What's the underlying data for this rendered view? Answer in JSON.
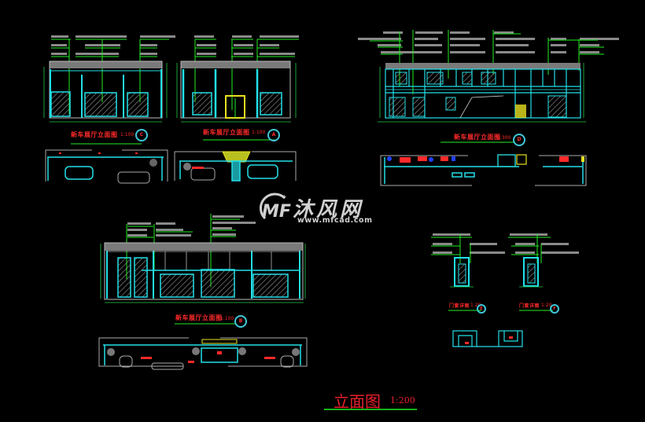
{
  "drawing": {
    "main_title": "立面图",
    "main_scale": "1:200",
    "background": "#000000",
    "colors": {
      "wall": "#22e0e8",
      "leader": "#22ee22",
      "title": "#ff2a2a",
      "dimension": "#22cc44",
      "ceiling": "#9a9a9a",
      "door": "#e8e020",
      "furniture": "#c8c8c8",
      "accent_blue": "#2040ff"
    }
  },
  "watermark": {
    "logo": "MF",
    "name": "沐风网",
    "url": "www.mfcad.com"
  },
  "elevations": [
    {
      "id": "C",
      "title": "新车展厅立面图",
      "scale": "1:100",
      "marker": "C"
    },
    {
      "id": "A",
      "title": "新车展厅立面图",
      "scale": "1:100",
      "marker": "A"
    },
    {
      "id": "D",
      "title": "新车展厅立面图",
      "scale": "1:300",
      "marker": "D"
    },
    {
      "id": "B",
      "title": "新车展厅立面图",
      "scale": "1:100",
      "marker": "B"
    },
    {
      "id": "E",
      "title": "门套详图",
      "scale": "1:20",
      "marker": "E"
    },
    {
      "id": "F",
      "title": "门套详图",
      "scale": "1:20",
      "marker": "F"
    }
  ]
}
